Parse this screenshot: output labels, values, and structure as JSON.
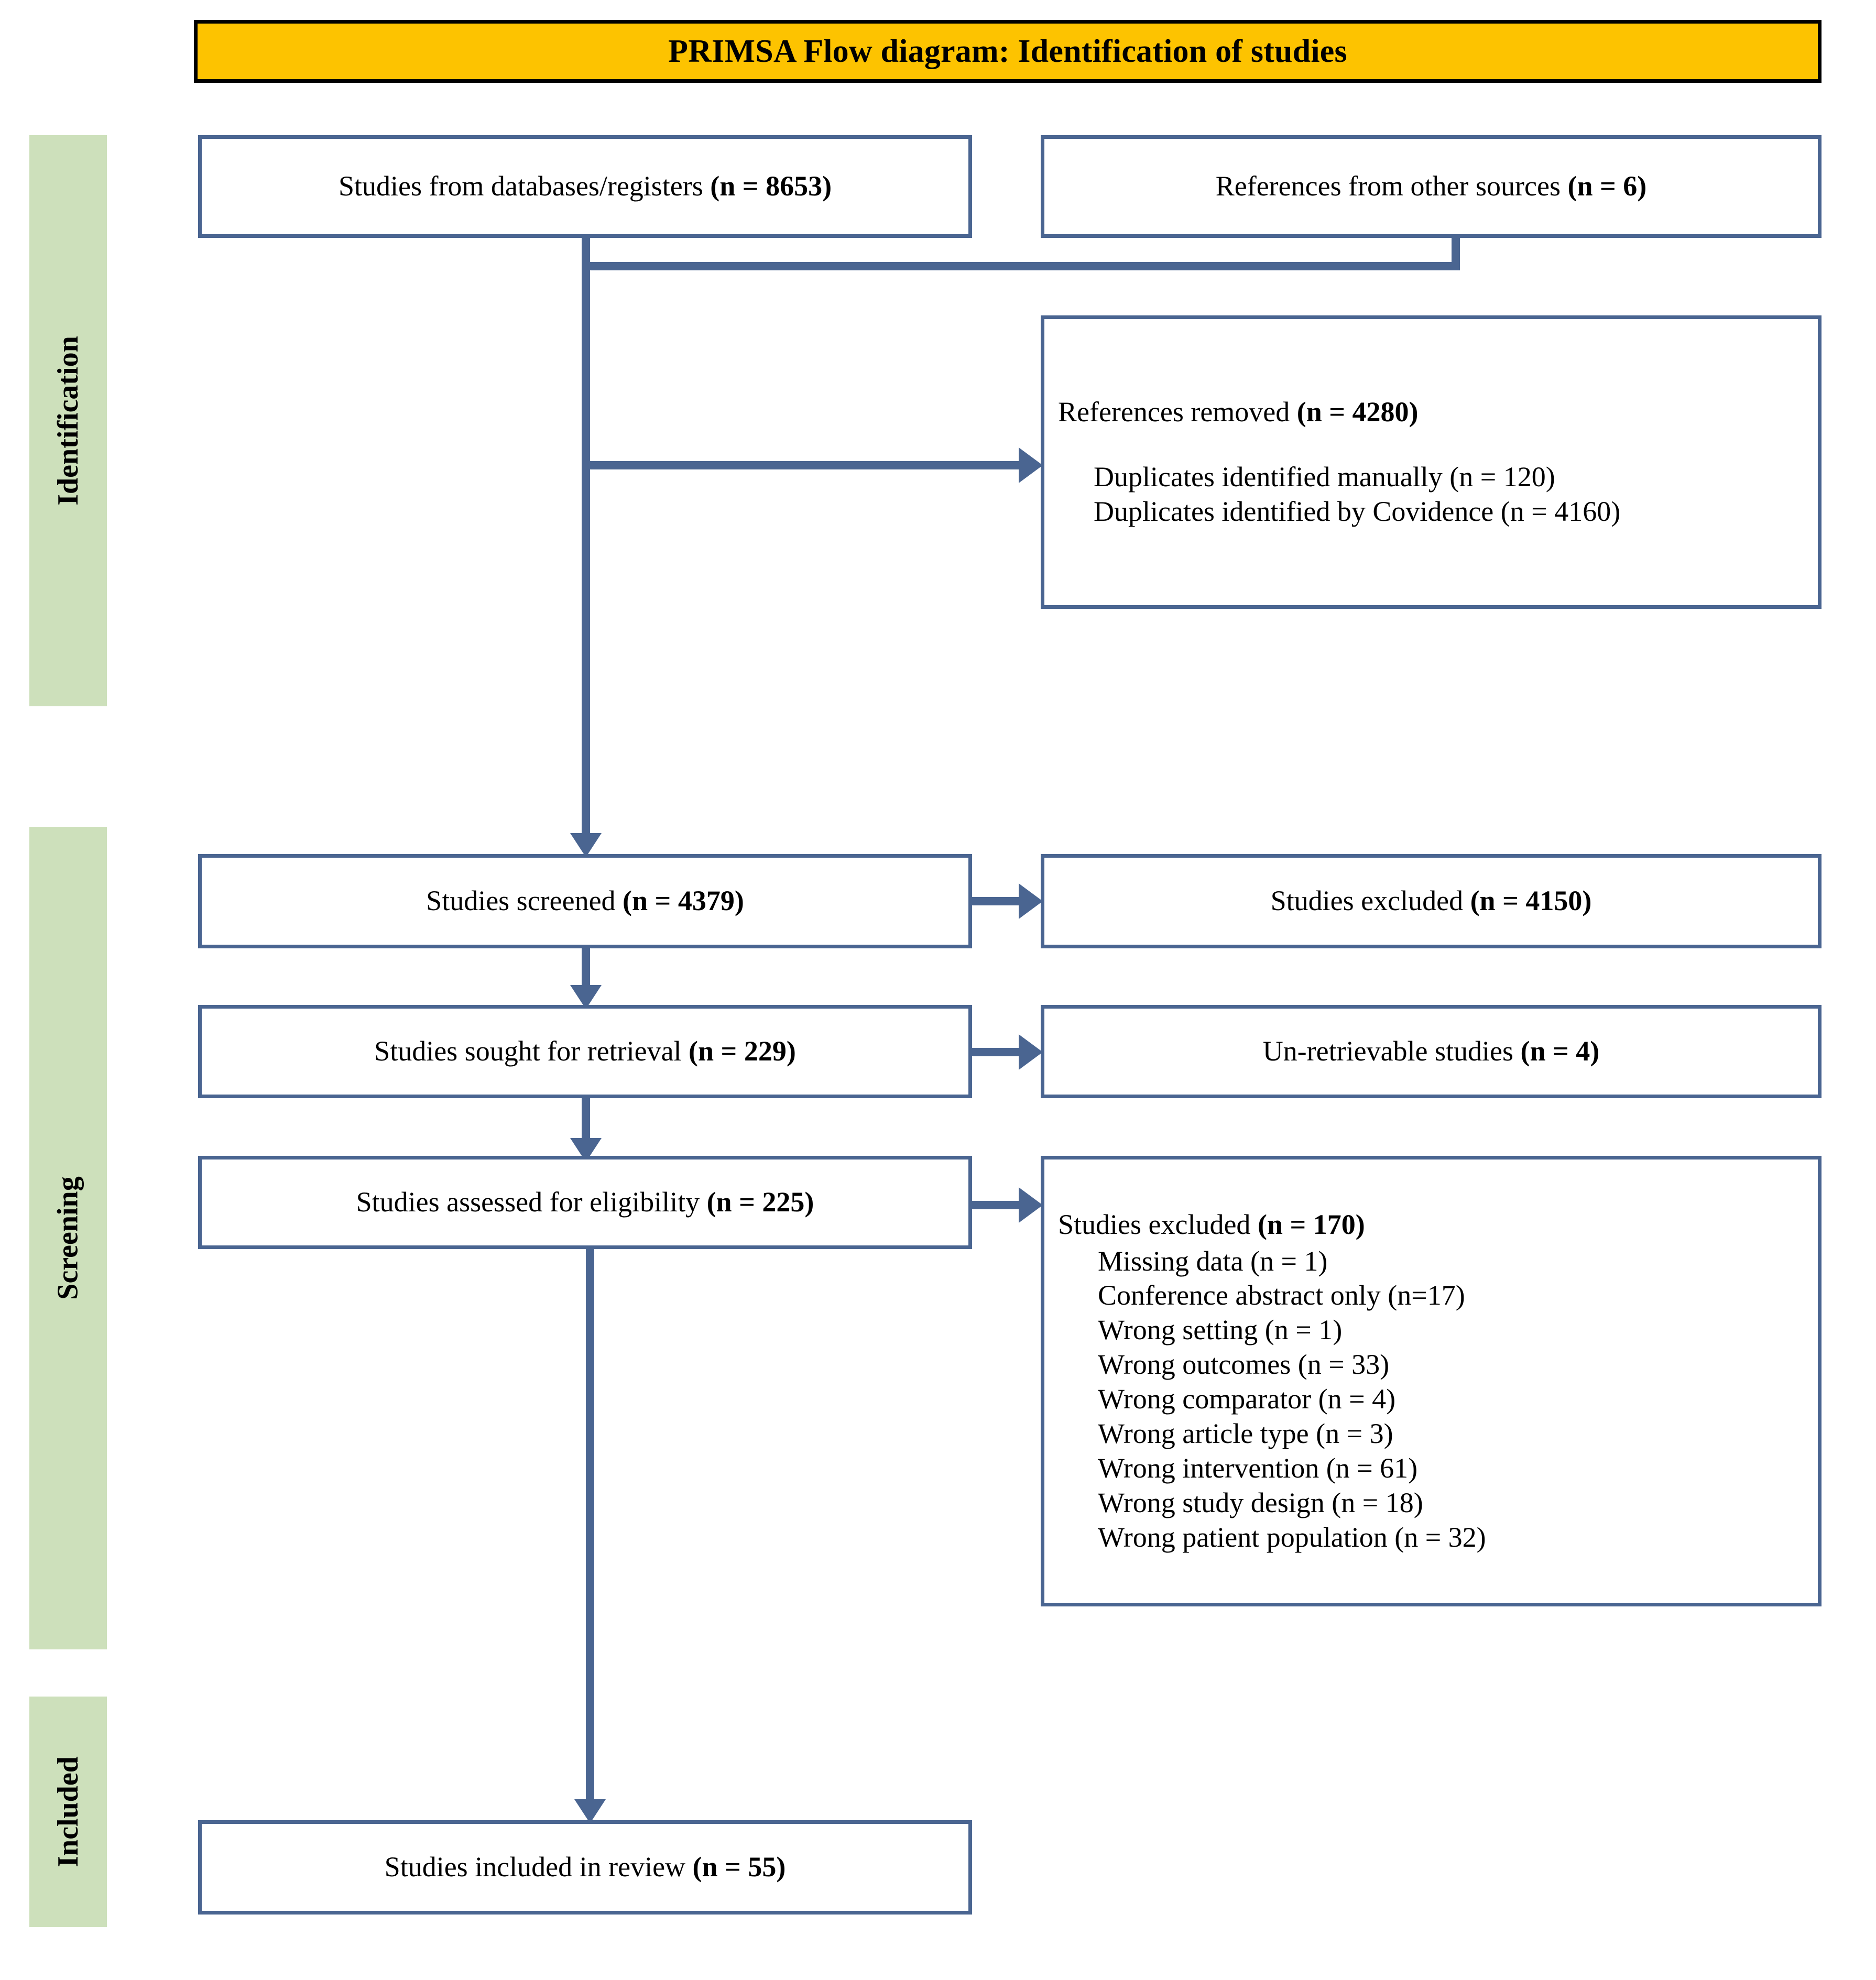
{
  "title": "PRIMSA Flow diagram: Identification of studies",
  "colors": {
    "banner_bg": "#FDC300",
    "banner_border": "#000000",
    "stage_band_bg": "#CDE0BB",
    "box_border": "#4A6591",
    "connector": "#4A6591",
    "box_bg": "#FFFFFF",
    "text": "#000000"
  },
  "stages": [
    {
      "label": "Identification"
    },
    {
      "label": "Screening"
    },
    {
      "label": "Included"
    }
  ],
  "boxes": {
    "databases": {
      "text": "Studies from databases/registers ",
      "count": "(n = 8653)"
    },
    "other_sources": {
      "text": "References from other sources ",
      "count": "(n = 6)"
    },
    "references_removed": {
      "text": "References removed ",
      "count": "(n = 4280)",
      "sublines": [
        "Duplicates identified manually (n = 120)",
        "Duplicates identified by Covidence (n = 4160)"
      ]
    },
    "screened": {
      "text": "Studies screened ",
      "count": "(n = 4379)"
    },
    "excluded_screening": {
      "text": "Studies excluded ",
      "count": "(n = 4150)"
    },
    "sought_retrieval": {
      "text": "Studies sought for retrieval ",
      "count": "(n = 229)"
    },
    "unretrievable": {
      "text": "Un-retrievable studies ",
      "count": "(n = 4)"
    },
    "assessed_eligibility": {
      "text": "Studies assessed for eligibility ",
      "count": "(n = 225)"
    },
    "excluded_eligibility": {
      "text": "Studies excluded ",
      "count": "(n = 170)",
      "reasons": [
        "Missing data (n = 1)",
        "Conference abstract only (n=17)",
        "Wrong setting (n = 1)",
        "Wrong outcomes (n = 33)",
        "Wrong comparator (n = 4)",
        "Wrong article type (n = 3)",
        "Wrong intervention (n = 61)",
        "Wrong study design (n = 18)",
        "Wrong patient population (n = 32)"
      ]
    },
    "included": {
      "text": "Studies included in review ",
      "count": "(n = 55)"
    }
  },
  "chart_data": {
    "type": "diagram",
    "title": "PRIMSA Flow diagram: Identification of studies",
    "nodes": [
      {
        "id": "databases",
        "stage": "Identification",
        "label": "Studies from databases/registers",
        "n": 8653
      },
      {
        "id": "other_sources",
        "stage": "Identification",
        "label": "References from other sources",
        "n": 6
      },
      {
        "id": "references_removed",
        "stage": "Identification",
        "label": "References removed",
        "n": 4280
      },
      {
        "id": "duplicates_manual",
        "stage": "Identification",
        "label": "Duplicates identified manually",
        "n": 120
      },
      {
        "id": "duplicates_covidence",
        "stage": "Identification",
        "label": "Duplicates identified by Covidence",
        "n": 4160
      },
      {
        "id": "screened",
        "stage": "Screening",
        "label": "Studies screened",
        "n": 4379
      },
      {
        "id": "excluded_screening",
        "stage": "Screening",
        "label": "Studies excluded",
        "n": 4150
      },
      {
        "id": "sought_retrieval",
        "stage": "Screening",
        "label": "Studies sought for retrieval",
        "n": 229
      },
      {
        "id": "unretrievable",
        "stage": "Screening",
        "label": "Un-retrievable studies",
        "n": 4
      },
      {
        "id": "assessed_eligibility",
        "stage": "Screening",
        "label": "Studies assessed for eligibility",
        "n": 225
      },
      {
        "id": "excluded_eligibility",
        "stage": "Screening",
        "label": "Studies excluded",
        "n": 170
      },
      {
        "id": "included",
        "stage": "Included",
        "label": "Studies included in review",
        "n": 55
      }
    ],
    "exclusion_reasons": [
      {
        "reason": "Missing data",
        "n": 1
      },
      {
        "reason": "Conference abstract only",
        "n": 17
      },
      {
        "reason": "Wrong setting",
        "n": 1
      },
      {
        "reason": "Wrong outcomes",
        "n": 33
      },
      {
        "reason": "Wrong comparator",
        "n": 4
      },
      {
        "reason": "Wrong article type",
        "n": 3
      },
      {
        "reason": "Wrong intervention",
        "n": 61
      },
      {
        "reason": "Wrong study design",
        "n": 18
      },
      {
        "reason": "Wrong patient population",
        "n": 32
      }
    ],
    "edges": [
      {
        "from": "databases",
        "to": "screened"
      },
      {
        "from": "other_sources",
        "to": "screened"
      },
      {
        "from": "databases",
        "to": "references_removed"
      },
      {
        "from": "screened",
        "to": "excluded_screening"
      },
      {
        "from": "screened",
        "to": "sought_retrieval"
      },
      {
        "from": "sought_retrieval",
        "to": "unretrievable"
      },
      {
        "from": "sought_retrieval",
        "to": "assessed_eligibility"
      },
      {
        "from": "assessed_eligibility",
        "to": "excluded_eligibility"
      },
      {
        "from": "assessed_eligibility",
        "to": "included"
      }
    ]
  }
}
